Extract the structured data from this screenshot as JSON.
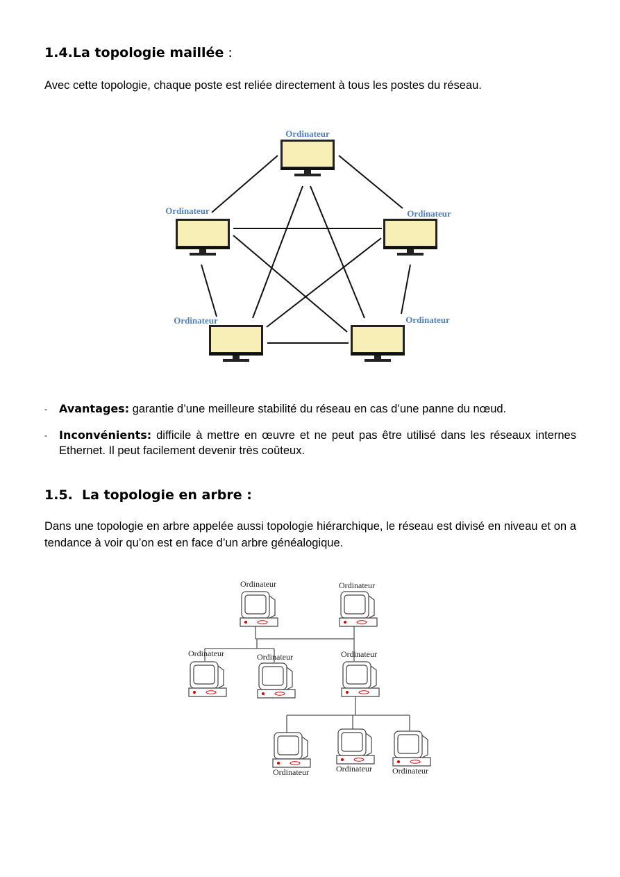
{
  "section_mesh": {
    "number": "1.4.",
    "title": "La topologie maillée",
    "suffix": " :",
    "intro": "Avec cette topologie, chaque poste est reliée directement à tous les postes du réseau.",
    "diagram": {
      "node_label": "Ordinateur",
      "label_color": "#4f81bd",
      "screen_color": "#f8efb6",
      "nodes": [
        "Ordinateur",
        "Ordinateur",
        "Ordinateur",
        "Ordinateur",
        "Ordinateur"
      ]
    },
    "advantages_label": "Avantages:",
    "advantages_text": " garantie d’une meilleure stabilité du réseau en cas d’une panne du nœud.",
    "drawbacks_label": "Inconvénients:",
    "drawbacks_text": " difficile à mettre en œuvre et ne peut pas être utilisé dans les réseaux internes Ethernet. Il peut facilement devenir très coûteux.",
    "bullet_mark": "-"
  },
  "section_tree": {
    "number": "1.5.",
    "title": "La topologie en arbre :",
    "intro": "Dans une topologie en arbre appelée aussi topologie hiérarchique, le réseau est divisé en niveau et on a tendance à voir qu’on est en face d’un arbre généalogique.",
    "diagram": {
      "node_label": "Ordinateur",
      "nodes": [
        "Ordinateur",
        "Ordinateur",
        "Ordinateur",
        "Ordinateur",
        "Ordinateur",
        "Ordinateur",
        "Ordinateur",
        "Ordinateur"
      ]
    }
  }
}
